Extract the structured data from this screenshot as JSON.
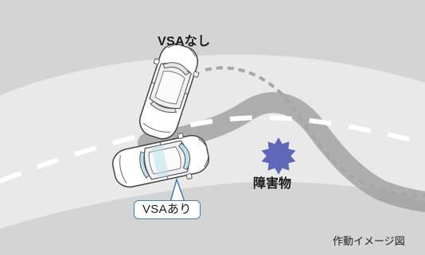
{
  "labels": {
    "without_vsa": "VSAなし",
    "with_vsa": "VSAあり",
    "obstacle": "障害物",
    "caption": "作動イメージ図"
  },
  "colors": {
    "background": "#d4d4d4",
    "road": "#e9e9e9",
    "lane_marking": "#ffffff",
    "skid_track": "#9a9a9a",
    "skid_dashed_path": "#a6a6a6",
    "obstacle": "#5f68b8",
    "car_body": "#ffffff",
    "car_outline": "#444444",
    "vsa_glass": "#b8e3ea",
    "callout_border": "#3f7fb4"
  },
  "icons": {
    "obstacle": "starburst-icon",
    "car_without_vsa": "car-top-view-icon",
    "car_with_vsa": "car-top-view-icon"
  }
}
